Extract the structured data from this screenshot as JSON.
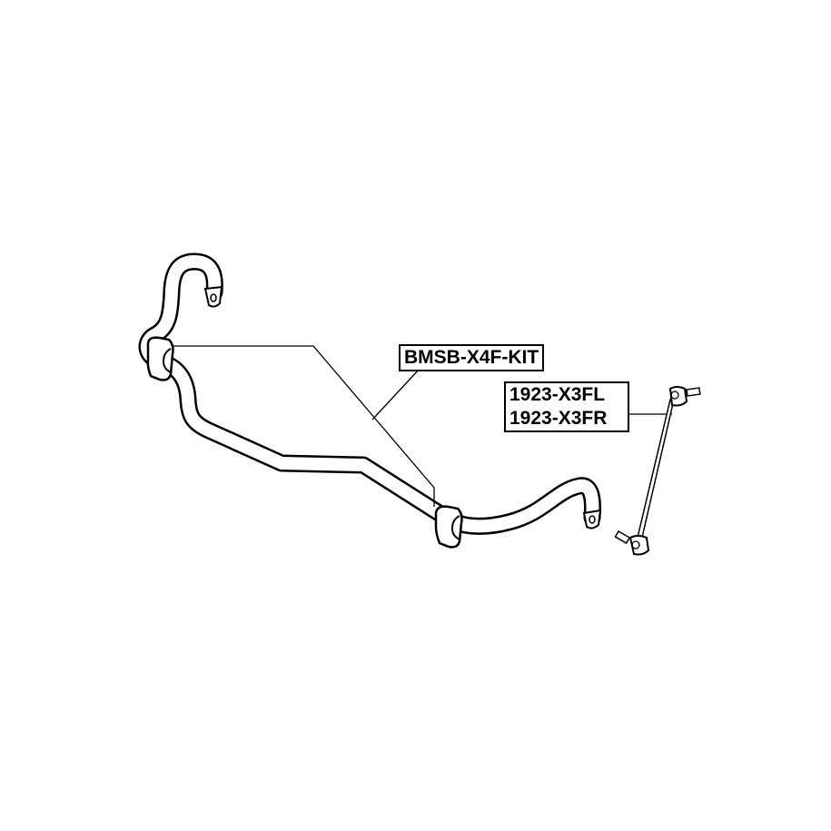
{
  "diagram": {
    "parts": [
      {
        "part_number": "BMSB-X4F-KIT",
        "component": "stabilizer-bar-bushing-kit"
      },
      {
        "part_number_lines": [
          "1923-X3FL",
          "1923-X3FR"
        ],
        "component": "stabilizer-link"
      }
    ],
    "colors": {
      "line": "#000000",
      "background": "#ffffff"
    }
  }
}
